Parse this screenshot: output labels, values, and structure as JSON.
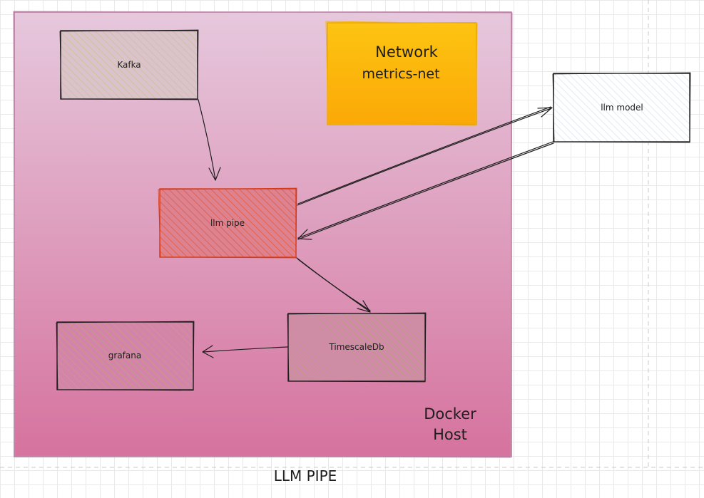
{
  "title": "LLM PIPE",
  "host": {
    "line1": "Docker",
    "line2": "Host"
  },
  "network": {
    "line1": "Network",
    "line2": "metrics-net"
  },
  "nodes": {
    "kafka": "Kafka",
    "llm_pipe": "llm pipe",
    "llm_model": "llm model",
    "timescaledb": "TimescaleDb",
    "grafana": "grafana"
  },
  "colors": {
    "host_fill": "#dca2c2",
    "network_fill": "#fcb500",
    "llm_pipe_stroke": "#e03e1a",
    "llm_model_fill": "#eaf3fb"
  }
}
